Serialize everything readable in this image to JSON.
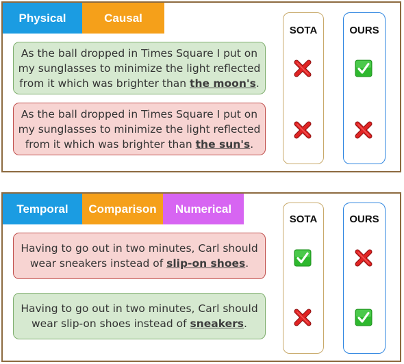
{
  "panels": [
    {
      "tags": [
        {
          "label": "Physical",
          "color": "#1b9ce2"
        },
        {
          "label": "Causal",
          "color": "#f5a01a"
        }
      ],
      "columns": [
        "SOTA",
        "OURS"
      ],
      "rows": [
        {
          "text_before": "As the ball dropped in Times Square I put on my sunglasses to minimize the light reflected from it which was brighter than ",
          "bold": "the moon's",
          "text_after": ".",
          "style": "green",
          "sota": "cross",
          "ours": "check"
        },
        {
          "text_before": "As the ball dropped in Times Square I put on my sunglasses to minimize the light reflected from it which was brighter than ",
          "bold": "the sun's",
          "text_after": ".",
          "style": "red",
          "sota": "cross",
          "ours": "cross"
        }
      ]
    },
    {
      "tags": [
        {
          "label": "Temporal",
          "color": "#1b9ce2"
        },
        {
          "label": "Comparison",
          "color": "#f5a01a"
        },
        {
          "label": "Numerical",
          "color": "#d765f2"
        }
      ],
      "columns": [
        "SOTA",
        "OURS"
      ],
      "rows": [
        {
          "text_before": "Having to go out in two minutes, Carl should wear sneakers instead of ",
          "bold": "slip-on shoes",
          "text_after": ".",
          "style": "red",
          "sota": "check",
          "ours": "cross"
        },
        {
          "text_before": "Having to go out in two minutes, Carl should wear slip-on shoes instead of ",
          "bold": "sneakers",
          "text_after": ".",
          "style": "green",
          "sota": "cross",
          "ours": "check"
        }
      ]
    }
  ],
  "icons": {
    "check": "check-mark-icon",
    "cross": "cross-mark-icon"
  },
  "colors": {
    "border": "#8c6a3f",
    "sota_border": "#c8a96a",
    "ours_border": "#2f86e0",
    "check_bg": "#2eb82e",
    "cross": "#d81e1e"
  }
}
